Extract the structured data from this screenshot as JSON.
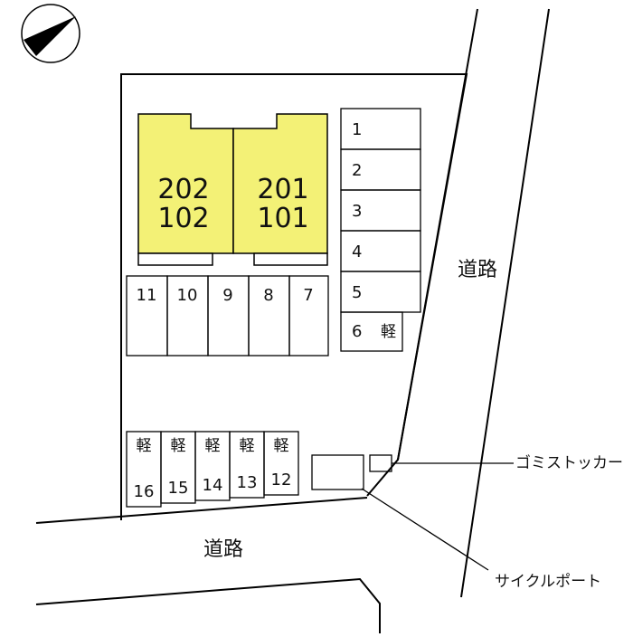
{
  "map": {
    "building_color": "#f3f176",
    "compass": {
      "icon": "north-arrow-icon"
    },
    "units": [
      {
        "upper": "202",
        "lower": "102"
      },
      {
        "upper": "201",
        "lower": "101"
      }
    ],
    "parking_right": [
      "1",
      "2",
      "3",
      "4",
      "5"
    ],
    "parking_6": {
      "number": "6",
      "tag": "軽"
    },
    "parking_row": [
      "11",
      "10",
      "9",
      "8",
      "7"
    ],
    "kei_tag": "軽",
    "kei_slots": [
      "16",
      "15",
      "14",
      "13",
      "12"
    ],
    "road_right": "道路",
    "road_bottom": "道路",
    "garbage_label": "ゴミストッカー",
    "bicycle_label": "サイクルポート"
  }
}
